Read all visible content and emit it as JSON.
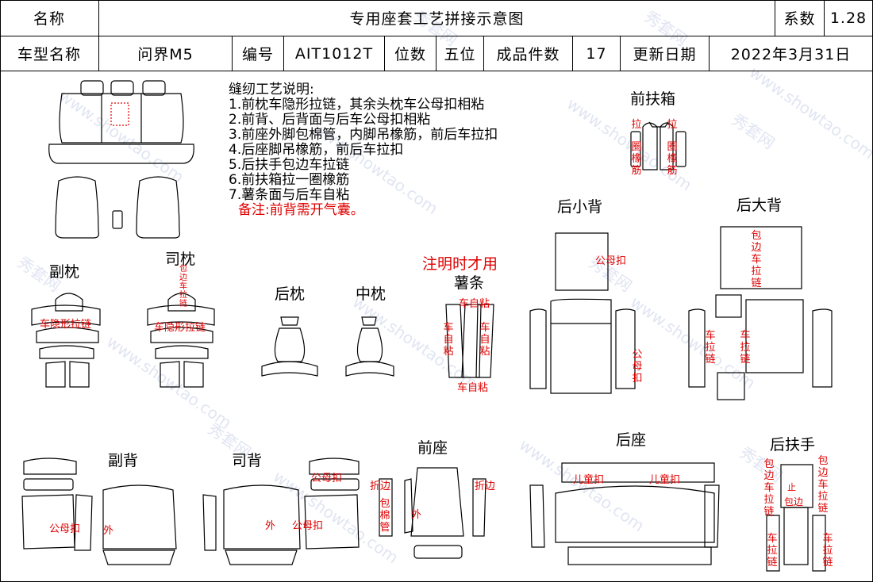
{
  "header": {
    "name_label": "名称",
    "title": "专用座套工艺拼接示意图",
    "coef_label": "系数",
    "coef_value": "1.28",
    "model_label": "车型名称",
    "model_value": "问界M5",
    "code_label": "编号",
    "code_value": "AIT1012T",
    "seats_label": "位数",
    "seats_value": "五位",
    "pieces_label": "成品件数",
    "pieces_value": "17",
    "date_label": "更新日期",
    "date_value": "2022年3月31日"
  },
  "notes": {
    "heading": "缝纫工艺说明:",
    "items": [
      "1.前枕车隐形拉链，其余头枕车公母扣相粘",
      "2.前背、后背面与后车公母扣相粘",
      "3.前座外脚包棉管，内脚吊橡筋，前后车拉扣",
      "4.后座脚吊橡筋，前后车拉扣",
      "5.后扶手包边车拉链",
      "6.前扶箱拉一圈橡筋",
      "7.薯条面与后车自粘"
    ],
    "remark": "备注:前背需开气囊。"
  },
  "sections": {
    "front_armbox": "前扶箱",
    "rear_small_back": "后小背",
    "rear_big_back": "后大背",
    "passenger_pillow": "副枕",
    "driver_pillow": "司枕",
    "rear_pillow": "后枕",
    "middle_pillow": "中枕",
    "chips": "薯条",
    "chips_note": "注明时才用",
    "passenger_back": "副背",
    "driver_back": "司背",
    "front_seat": "前座",
    "rear_seat": "后座",
    "rear_armrest": "后扶手"
  },
  "annotations": {
    "la": "拉",
    "elastic": "圈橡筋",
    "male_female_buckle": "公母扣",
    "hidden_zipper": "车隐形拉链",
    "binding_zipper": "包边车拉链",
    "self_adhesive": "车自粘",
    "zipper": "车拉链",
    "folded_edge": "折边",
    "cotton_tube": "包棉管",
    "outer": "外",
    "child_lock": "儿童扣",
    "stop": "止",
    "binding": "包边"
  },
  "watermark": {
    "site": "www.showtao.com",
    "cn": "秀套网"
  },
  "colors": {
    "annotation_red": "#e00000",
    "watermark": "#c9d0e8"
  }
}
